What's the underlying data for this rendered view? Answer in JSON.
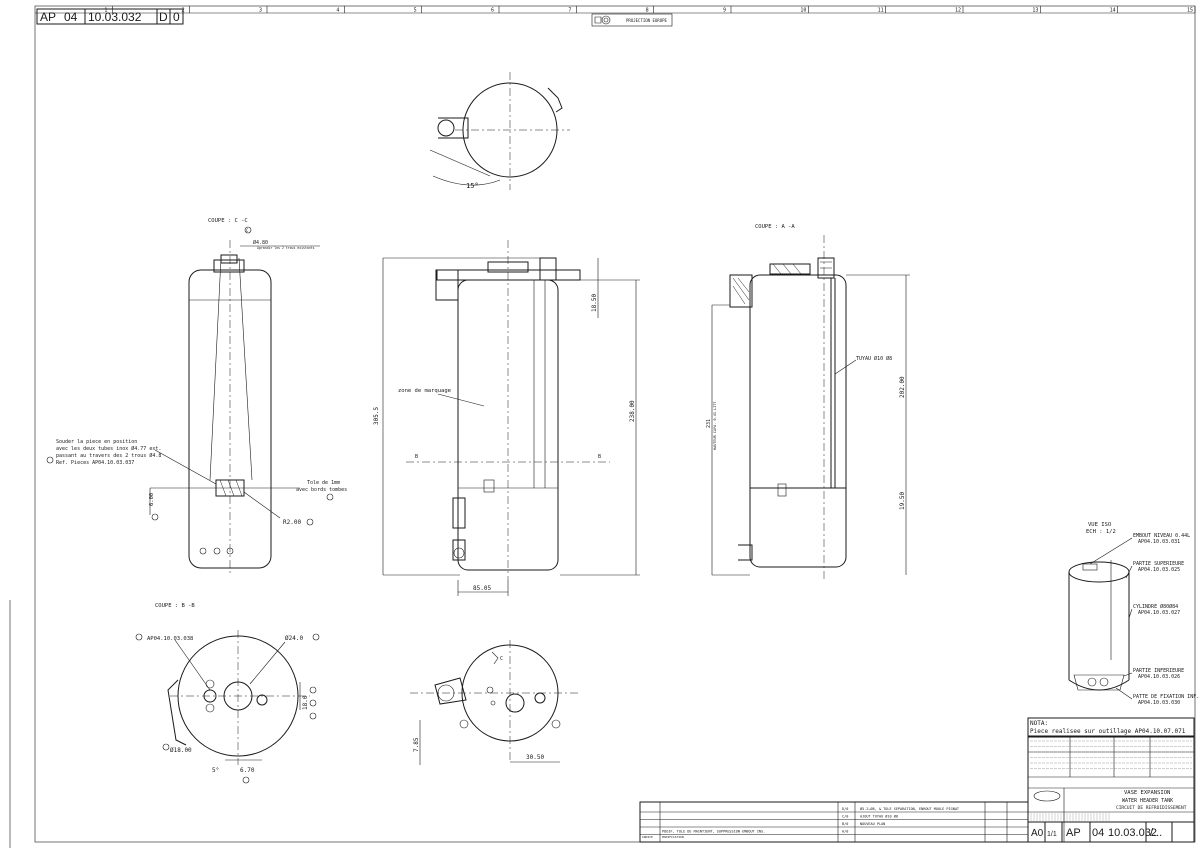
{
  "header": {
    "code_prefix": "AP",
    "code_num": "04",
    "drawing_number": "10.03.032",
    "index_1": "D",
    "index_2": "0",
    "projection_label": "PROJECTION EUROPE",
    "column_numbers": [
      "1",
      "2",
      "3",
      "4",
      "5",
      "6",
      "7",
      "8",
      "9",
      "10",
      "11",
      "12",
      "13",
      "14",
      "15"
    ]
  },
  "views": {
    "top": {
      "angle": "15°"
    },
    "section_cc": {
      "title": "COUPE : C -C",
      "dia_label": "Ø4.80",
      "note_small": "Agrandir les 2 trous existants",
      "weld_note": [
        "Souder la piece en position",
        "avec les deux tubes inox Ø4.77 ext.",
        "passant au travers des 2 trous Ø4.8",
        "Ref. Pieces AP04.10.03.037"
      ],
      "sheet_note": [
        "Tole de 1mm",
        "avec bords tombes"
      ],
      "r_label": "R2.00",
      "dim_left": "6.00",
      "symbol": "C"
    },
    "front": {
      "mark_label": "zone de marquage",
      "dim_overall": "305.5",
      "dim_top": "18.50",
      "dim_mid": "238.00",
      "dim_bottom": "85.05",
      "section_mark": "B"
    },
    "section_aa": {
      "title": "COUPE : A -A",
      "pipe_label": "TUYAU Ø10 Ø8",
      "dim_height": "202.00",
      "dim_side": "19.50",
      "dim_vertical_left": "231",
      "vertical_note": "HAUTEUR CAPA. 0.41 LITT"
    },
    "section_bb": {
      "title": "COUPE : B -B",
      "ref_label": "AP04.10.03.038",
      "dia_label": "Ø24.0",
      "dim_v": "18.0",
      "dim_dia_bottom": "Ø18.00",
      "angle": "5°",
      "dim_small": "6.70"
    },
    "bottom": {
      "dim_left": "7.85",
      "dim_right": "30.50",
      "mark_c": "C"
    },
    "iso": {
      "view_title": "VUE ISO",
      "scale": "ECH : 1/2",
      "labels": [
        {
          "name": "EMBOUT NIVEAU 0.44L",
          "ref": "AP04.10.03.031"
        },
        {
          "name": "PARTIE SUPERIEURE",
          "ref": "AP04.10.03.025"
        },
        {
          "name": "CYLINDRE Ø80Ø84",
          "ref": "AP04.10.03.027"
        },
        {
          "name": "PARTIE INFERIEURE",
          "ref": "AP04.10.03.026"
        },
        {
          "name": "PATTE DE FIXATION INF.",
          "ref": "AP04.10.03.030"
        }
      ]
    }
  },
  "note_box": {
    "title": "NOTA:",
    "text": "Piece realisee sur outillage AP04.10.07.071"
  },
  "title_block": {
    "title_fr": "VASE EXPANSION",
    "title_en": "WATER HEADER TANK",
    "subtitle": "CIRCUIT DE REFROIDISSEMENT",
    "format": "A0",
    "scale": "1/1",
    "code_prefix": "AP",
    "code_num": "04",
    "drawing_number": "10.03.032",
    "sheet": "/...",
    "revisions": [
      {
        "rev": "D/0",
        "text": "Ø5.2→Ø6, & TOLE SEPARATION, ENROUT MOULE PIGNAT"
      },
      {
        "rev": "C/0",
        "text": "AJOUT TUYAU Ø10 Ø8"
      },
      {
        "rev": "B/0",
        "text": "NOUVEAU PLAN"
      },
      {
        "rev": "A/0",
        "text": "PDOIF, TOLE DE MAINTIENT, SUPPRESSION EMBOUT INS."
      }
    ],
    "rev_header": [
      "INDICE",
      "MODIFICATION"
    ]
  }
}
